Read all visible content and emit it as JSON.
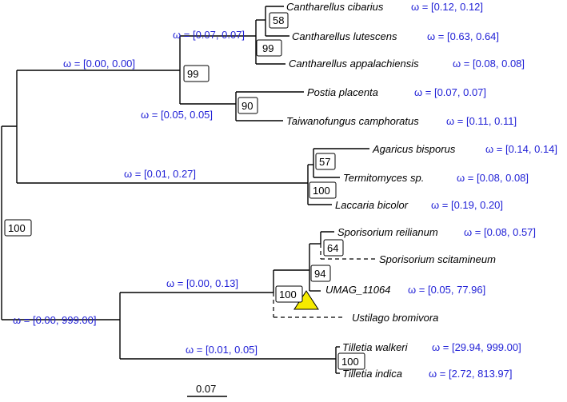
{
  "taxa": [
    {
      "id": "cibarius",
      "name": "Cantharellus cibarius",
      "omega": "ω = [0.12, 0.12]"
    },
    {
      "id": "lutescens",
      "name": "Cantharellus lutescens",
      "omega": "ω = [0.63, 0.64]"
    },
    {
      "id": "appalachiensis",
      "name": "Cantharellus appalachiensis",
      "omega": "ω = [0.08, 0.08]"
    },
    {
      "id": "postia",
      "name": "Postia placenta",
      "omega": "ω = [0.07, 0.07]"
    },
    {
      "id": "taiwanofungus",
      "name": "Taiwanofungus camphoratus",
      "omega": "ω = [0.11, 0.11]"
    },
    {
      "id": "agaricus",
      "name": "Agaricus bisporus",
      "omega": "ω = [0.14, 0.14]"
    },
    {
      "id": "termitomyces",
      "name": "Termitomyces sp.",
      "omega": "ω = [0.08, 0.08]"
    },
    {
      "id": "laccaria",
      "name": "Laccaria bicolor",
      "omega": "ω = [0.19, 0.20]"
    },
    {
      "id": "reilianum",
      "name": "Sporisorium reilianum",
      "omega": "ω = [0.08, 0.57]"
    },
    {
      "id": "scitamineum",
      "name": "Sporisorium scitamineum",
      "omega": ""
    },
    {
      "id": "umag",
      "name": "UMAG_11064",
      "omega": "ω = [0.05, 77.96]"
    },
    {
      "id": "bromivora",
      "name": "Ustilago bromivora",
      "omega": ""
    },
    {
      "id": "walkeri",
      "name": "Tilletia walkeri",
      "omega": "ω = [29.94, 999.00]"
    },
    {
      "id": "indica",
      "name": "Tilletia indica",
      "omega": "ω = [2.72, 813.97]"
    }
  ],
  "branch_omegas": {
    "cantharellus_clade": "ω = [0.07, 0.07]",
    "cantharellus_polyporales": "ω = [0.00, 0.00]",
    "polyporales": "ω = [0.05, 0.05]",
    "agaricales": "ω = [0.01, 0.27]",
    "ustilaginales": "ω = [0.00, 0.13]",
    "ustilaginomycotina": "ω = [0.00, 999.00]",
    "tilletia": "ω = [0.01, 0.05]"
  },
  "bootstrap": {
    "cantharellus_cibarius_lutescens": "58",
    "cantharellus_all": "99",
    "cantharellus_polyporales": "99",
    "polyporales": "90",
    "agaricus_termitomyces": "57",
    "agaricales": "100",
    "root": "100",
    "sporisorium": "64",
    "sporisorium_umag": "94",
    "ustilaginales": "100",
    "tilletia": "100"
  },
  "scale_bar": {
    "label": "0.07"
  },
  "colors": {
    "omega_text": "#1f1fd6",
    "highlight_triangle": "#f5ea00"
  }
}
